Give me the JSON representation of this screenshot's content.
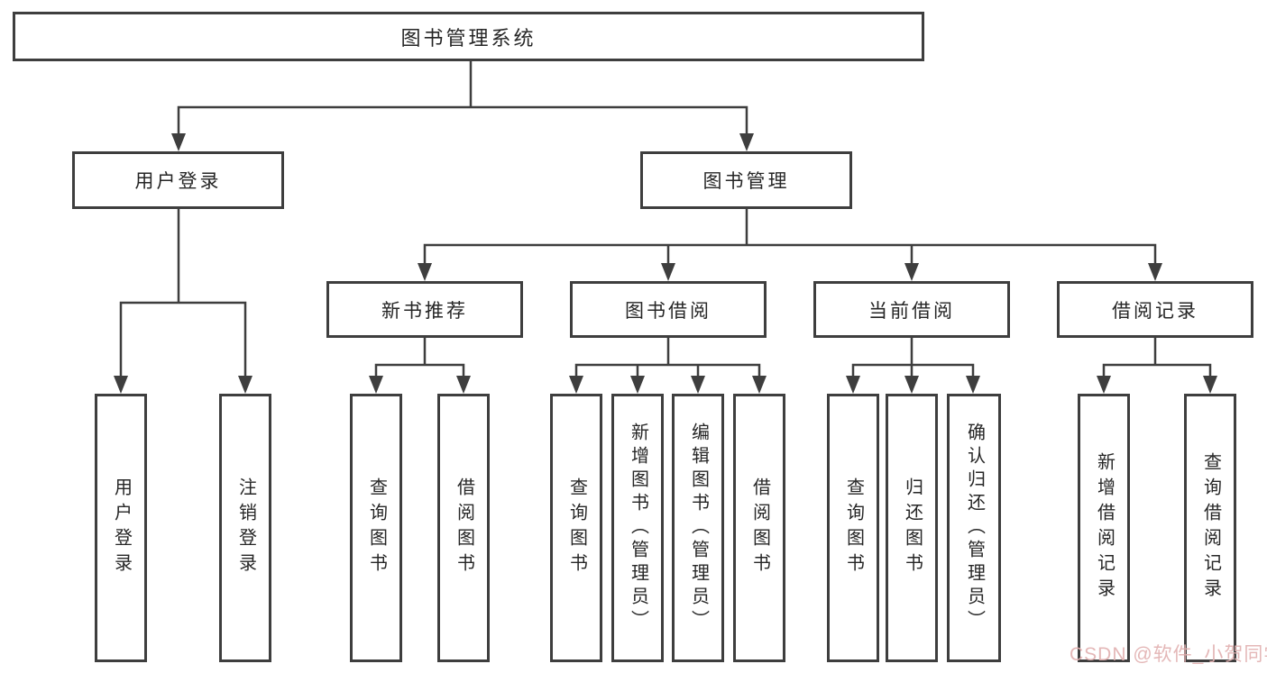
{
  "diagram": {
    "root": {
      "label": "图书管理系统"
    },
    "branches": [
      {
        "label": "用户登录",
        "children": [
          "用户登录",
          "注销登录"
        ]
      },
      {
        "label": "图书管理"
      }
    ],
    "modules": [
      {
        "label": "新书推荐",
        "children": [
          "查询图书",
          "借阅图书"
        ]
      },
      {
        "label": "图书借阅",
        "children": [
          "查询图书",
          "新增图书（管理员）",
          "编辑图书（管理员）",
          "借阅图书"
        ]
      },
      {
        "label": "当前借阅",
        "children": [
          "查询图书",
          "归还图书",
          "确认归还（管理员）"
        ]
      },
      {
        "label": "借阅记录",
        "children": [
          "新增借阅记录",
          "查询借阅记录"
        ]
      }
    ],
    "watermark": "CSDN @软件_小贺同学",
    "colors": {
      "line": "#3e3e3e",
      "text": "#262626",
      "box_background": "#ffffff",
      "watermark": "#e2b1b1"
    }
  }
}
